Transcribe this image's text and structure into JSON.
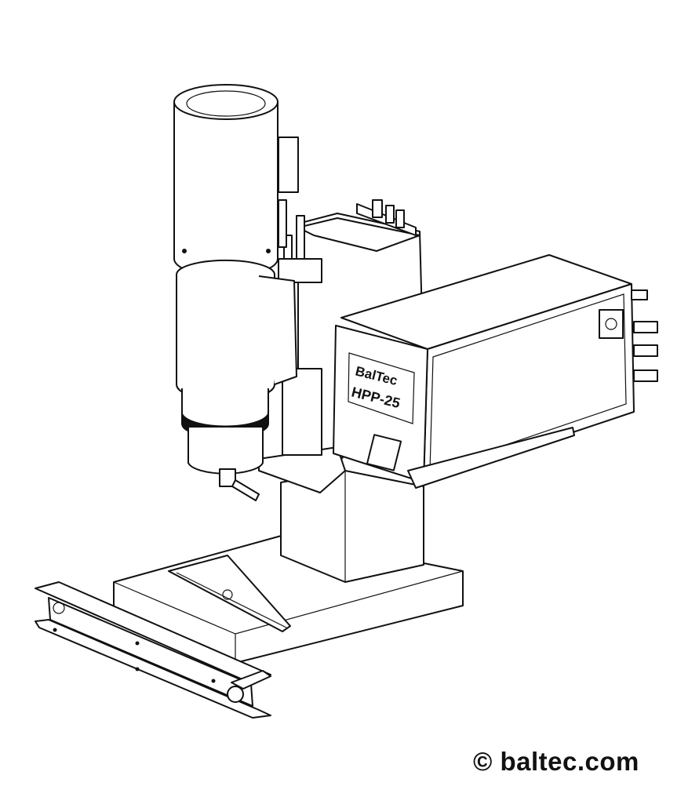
{
  "machine": {
    "brand_label": "BalTec",
    "model_label": "HPP-25"
  },
  "footer": {
    "copyright": "© baltec.com"
  }
}
